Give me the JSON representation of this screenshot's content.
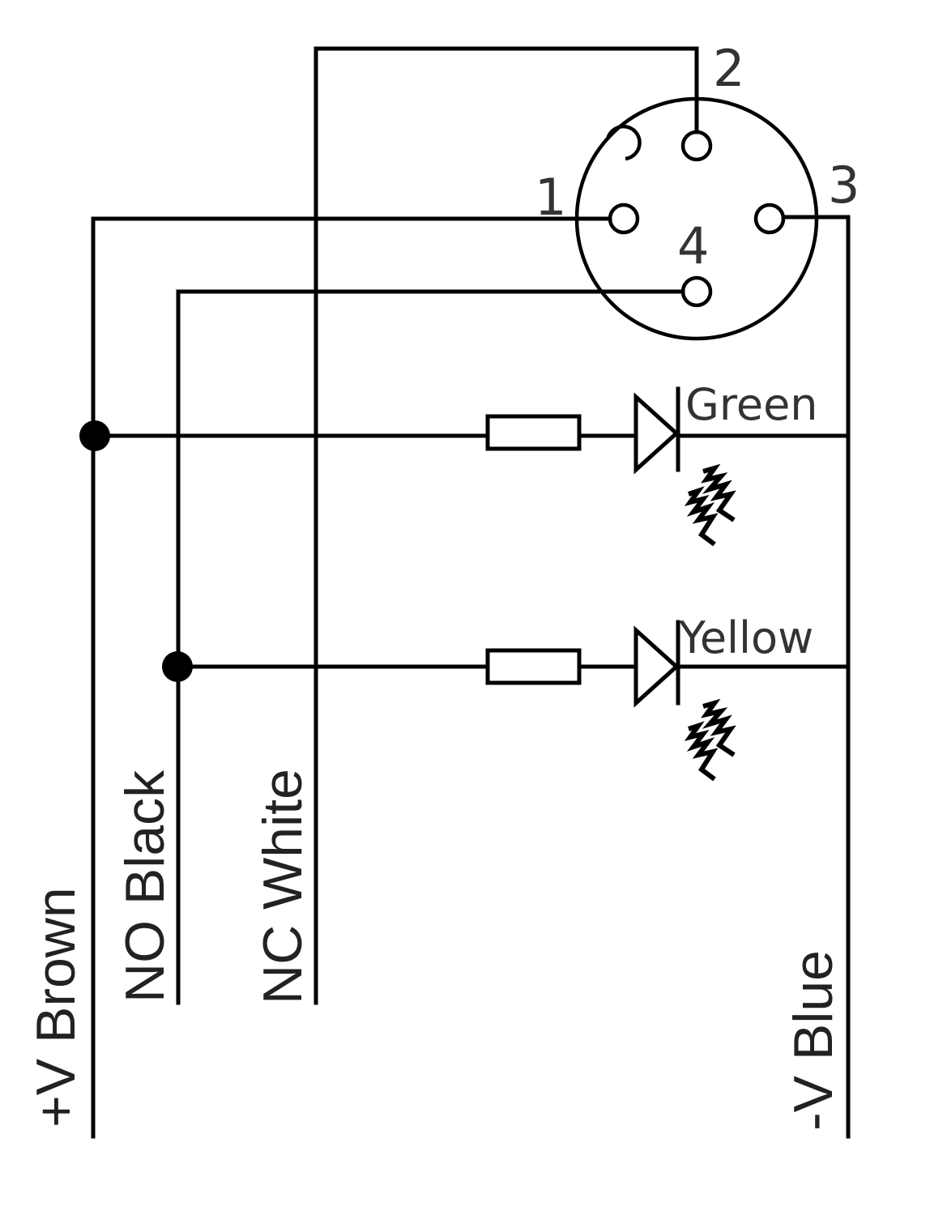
{
  "connector": {
    "pins": [
      {
        "id": "1",
        "label": "1"
      },
      {
        "id": "2",
        "label": "2"
      },
      {
        "id": "3",
        "label": "3"
      },
      {
        "id": "4",
        "label": "4"
      }
    ]
  },
  "leds": {
    "green": {
      "label": "Green"
    },
    "yellow": {
      "label": "Yellow"
    }
  },
  "wires": {
    "plus_v": {
      "label": "+V Brown"
    },
    "no": {
      "label": "NO Black"
    },
    "nc": {
      "label": "NC White"
    },
    "minus_v": {
      "label": "-V Blue"
    }
  },
  "colors": {
    "line": "#000000",
    "text": "#333333",
    "background": "#ffffff"
  }
}
